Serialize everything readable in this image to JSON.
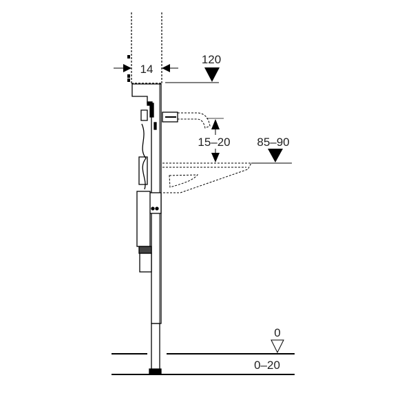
{
  "title": "Installation frame side view",
  "dimensions": {
    "wall_depth": "14",
    "frame_height": "120",
    "tap_above_basin": "15–20",
    "basin_height": "85–90",
    "floor_level": "0",
    "floor_adjust": "0–20"
  },
  "colors": {
    "line": "#000000",
    "text": "#222222"
  }
}
